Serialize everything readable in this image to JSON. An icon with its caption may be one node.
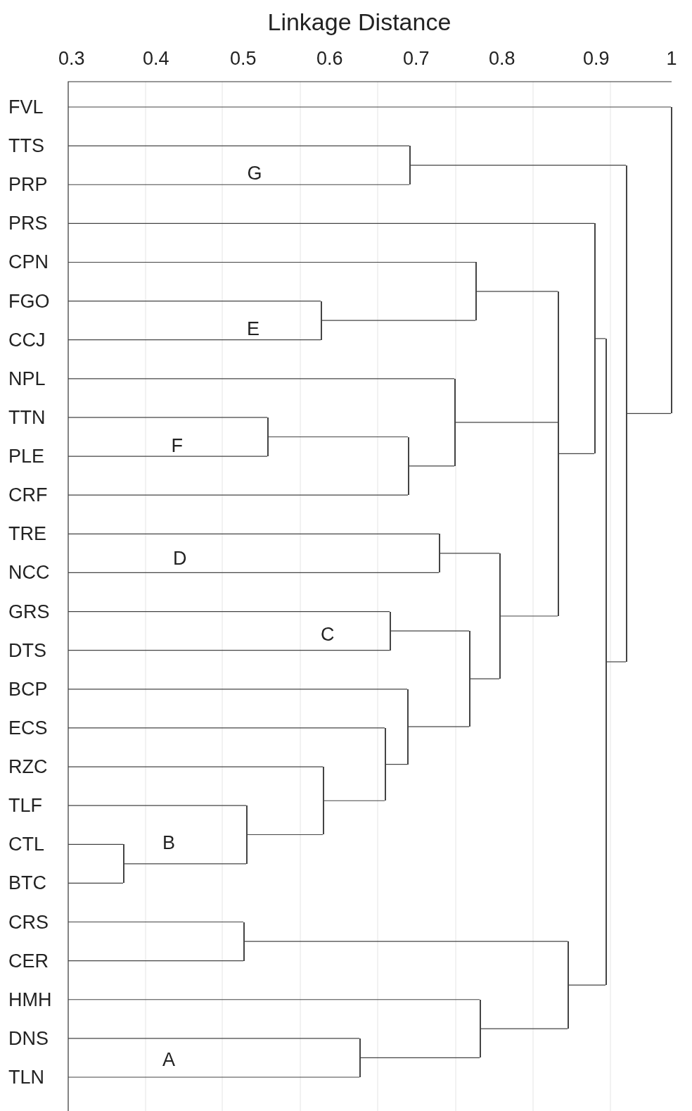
{
  "diagram": {
    "title": "Linkage Distance",
    "nodes": [
      {
        "text": [
          "FVL"
        ]
      },
      {
        "text": [
          "TTS"
        ]
      },
      {
        "text": [
          "PRP"
        ]
      },
      {
        "text": [
          "PRS"
        ]
      },
      {
        "text": [
          "CPN"
        ]
      },
      {
        "text": [
          "FGO"
        ]
      },
      {
        "text": [
          "CCJ"
        ]
      },
      {
        "text": [
          "NPL"
        ]
      },
      {
        "text": [
          "TTN"
        ]
      },
      {
        "text": [
          "PLE"
        ]
      },
      {
        "text": [
          "CRF"
        ]
      },
      {
        "text": [
          "TRE"
        ]
      },
      {
        "text": [
          "NCC"
        ]
      },
      {
        "text": [
          "GRS"
        ]
      },
      {
        "text": [
          "DTS"
        ]
      },
      {
        "text": [
          "BCP"
        ]
      },
      {
        "text": [
          "ECS"
        ]
      },
      {
        "text": [
          "RZC"
        ]
      },
      {
        "text": [
          "TLF"
        ]
      },
      {
        "text": [
          "CTL"
        ]
      },
      {
        "text": [
          "BTC"
        ]
      },
      {
        "text": [
          "CRS"
        ]
      },
      {
        "text": [
          "CER"
        ]
      },
      {
        "text": [
          "HMH"
        ]
      },
      {
        "text": [
          "DNS"
        ]
      },
      {
        "text": [
          "TLN"
        ]
      },
      {
        "text": [],
        "shape": "bar"
      },
      {
        "text": [],
        "shape": "bar"
      },
      {
        "text": [],
        "shape": "bar"
      },
      {
        "text": [],
        "shape": "bar"
      },
      {
        "text": [],
        "shape": "bar"
      },
      {
        "text": [],
        "shape": "bar"
      },
      {
        "text": [],
        "shape": "bar"
      },
      {
        "text": [],
        "shape": "bar"
      },
      {
        "text": [],
        "shape": "bar"
      },
      {
        "text": [],
        "shape": "bar"
      },
      {
        "text": [],
        "shape": "bar"
      },
      {
        "text": [],
        "shape": "bar"
      },
      {
        "text": [],
        "shape": "bar"
      },
      {
        "text": [],
        "shape": "bar"
      },
      {
        "text": [],
        "shape": "bar"
      },
      {
        "text": [],
        "shape": "bar"
      },
      {
        "text": [],
        "shape": "bar"
      },
      {
        "text": [],
        "shape": "bar"
      },
      {
        "text": [],
        "shape": "bar"
      },
      {
        "text": [],
        "shape": "bar"
      },
      {
        "text": [],
        "shape": "bar"
      },
      {
        "text": [],
        "shape": "bar"
      },
      {
        "text": [],
        "shape": "bar"
      },
      {
        "text": [],
        "shape": "bar"
      }
    ],
    "edges": [
      {
        "from": 1,
        "to": 26,
        "arrow": "none"
      },
      {
        "from": 2,
        "to": 26,
        "arrow": "none"
      },
      {
        "from": 5,
        "to": 27,
        "arrow": "none"
      },
      {
        "from": 6,
        "to": 27,
        "arrow": "none"
      },
      {
        "from": 4,
        "to": 28,
        "arrow": "none"
      },
      {
        "from": 27,
        "to": 28,
        "arrow": "none"
      },
      {
        "from": 8,
        "to": 29,
        "arrow": "none"
      },
      {
        "from": 9,
        "to": 29,
        "arrow": "none"
      },
      {
        "from": 29,
        "to": 30,
        "arrow": "none"
      },
      {
        "from": 10,
        "to": 30,
        "arrow": "none"
      },
      {
        "from": 7,
        "to": 31,
        "arrow": "none"
      },
      {
        "from": 30,
        "to": 31,
        "arrow": "none"
      },
      {
        "from": 11,
        "to": 32,
        "arrow": "none"
      },
      {
        "from": 12,
        "to": 32,
        "arrow": "none"
      },
      {
        "from": 13,
        "to": 33,
        "arrow": "none"
      },
      {
        "from": 14,
        "to": 33,
        "arrow": "none"
      },
      {
        "from": 19,
        "to": 34,
        "arrow": "none"
      },
      {
        "from": 20,
        "to": 34,
        "arrow": "none"
      },
      {
        "from": 18,
        "to": 35,
        "arrow": "none"
      },
      {
        "from": 34,
        "to": 35,
        "arrow": "none"
      },
      {
        "from": 17,
        "to": 36,
        "arrow": "none"
      },
      {
        "from": 35,
        "to": 36,
        "arrow": "none"
      },
      {
        "from": 16,
        "to": 37,
        "arrow": "none"
      },
      {
        "from": 36,
        "to": 37,
        "arrow": "none"
      },
      {
        "from": 15,
        "to": 38,
        "arrow": "none"
      },
      {
        "from": 37,
        "to": 38,
        "arrow": "none"
      },
      {
        "from": 33,
        "to": 39,
        "arrow": "none"
      },
      {
        "from": 38,
        "to": 39,
        "arrow": "none"
      },
      {
        "from": 32,
        "to": 40,
        "arrow": "none"
      },
      {
        "from": 39,
        "to": 40,
        "arrow": "none"
      },
      {
        "from": 28,
        "to": 41,
        "arrow": "none"
      },
      {
        "from": 31,
        "to": 41,
        "arrow": "none"
      },
      {
        "from": 40,
        "to": 41,
        "arrow": "none"
      },
      {
        "from": 3,
        "to": 42,
        "arrow": "none"
      },
      {
        "from": 41,
        "to": 42,
        "arrow": "none"
      },
      {
        "from": 21,
        "to": 43,
        "arrow": "none"
      },
      {
        "from": 22,
        "to": 43,
        "arrow": "none"
      },
      {
        "from": 24,
        "to": 44,
        "arrow": "none"
      },
      {
        "from": 25,
        "to": 44,
        "arrow": "none"
      },
      {
        "from": 23,
        "to": 45,
        "arrow": "none"
      },
      {
        "from": 44,
        "to": 45,
        "arrow": "none"
      },
      {
        "from": 43,
        "to": 46,
        "arrow": "none"
      },
      {
        "from": 45,
        "to": 46,
        "arrow": "none"
      },
      {
        "from": 42,
        "to": 47,
        "arrow": "none"
      },
      {
        "from": 46,
        "to": 47,
        "arrow": "none"
      },
      {
        "from": 26,
        "to": 48,
        "arrow": "none"
      },
      {
        "from": 47,
        "to": 48,
        "arrow": "none"
      },
      {
        "from": 0,
        "to": 49,
        "arrow": "none"
      },
      {
        "from": 48,
        "to": 49,
        "arrow": "none"
      }
    ],
    "labels": [
      "0.3",
      "0.4",
      "0.5",
      "0.6",
      "0.7",
      "0.8",
      "0.9",
      "1",
      "G",
      "E",
      "F",
      "D",
      "C",
      "B",
      "A"
    ]
  }
}
